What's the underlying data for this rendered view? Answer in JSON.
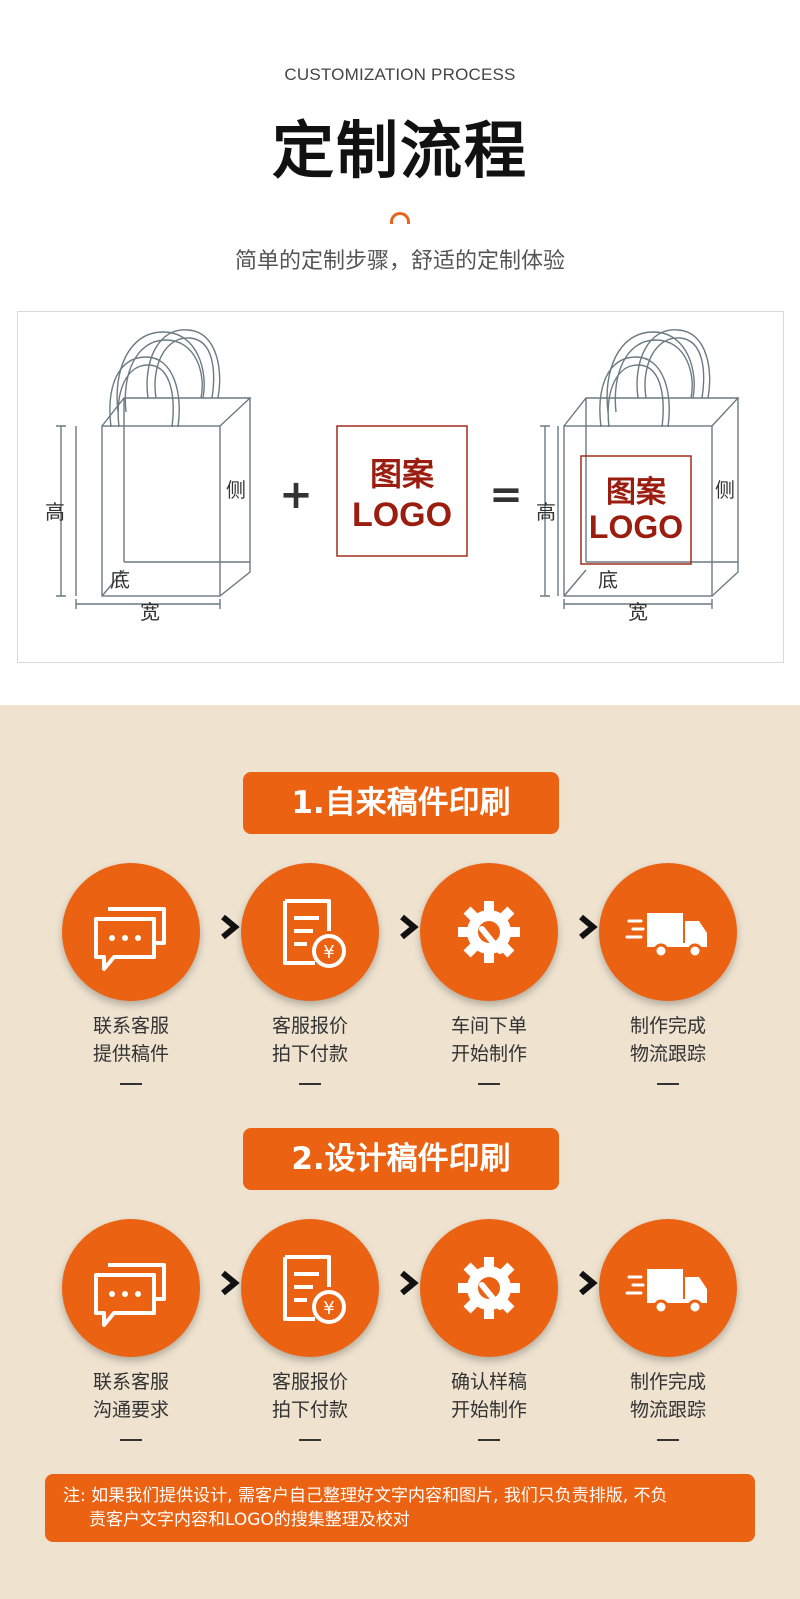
{
  "header": {
    "subtitle_en": "CUSTOMIZATION PROCESS",
    "title_cn": "定制流程",
    "tagline": "简单的定制步骤，舒适的定制体验"
  },
  "diagram": {
    "label_height": "高",
    "label_side": "侧",
    "label_bottom": "底",
    "label_width": "宽",
    "plus": "+",
    "equals": "=",
    "logo_line1": "图案",
    "logo_line2": "LOGO",
    "colors": {
      "logo": "#9b1d0f",
      "bag_line": "#6b7a80"
    }
  },
  "section1": {
    "title": "1.自来稿件印刷",
    "steps": [
      {
        "icon": "chat-icon",
        "line1": "联系客服",
        "line2": "提供稿件",
        "dash": "—"
      },
      {
        "icon": "invoice-icon",
        "line1": "客服报价",
        "line2": "拍下付款",
        "dash": "—"
      },
      {
        "icon": "gear-wrench-icon",
        "line1": "车间下单",
        "line2": "开始制作",
        "dash": "—"
      },
      {
        "icon": "truck-icon",
        "line1": "制作完成",
        "line2": "物流跟踪",
        "dash": "—"
      }
    ]
  },
  "section2": {
    "title": "2.设计稿件印刷",
    "steps": [
      {
        "icon": "chat-icon",
        "line1": "联系客服",
        "line2": "沟通要求",
        "dash": "—"
      },
      {
        "icon": "invoice-icon",
        "line1": "客服报价",
        "line2": "拍下付款",
        "dash": "—"
      },
      {
        "icon": "gear-wrench-icon",
        "line1": "确认样稿",
        "line2": "开始制作",
        "dash": "—"
      },
      {
        "icon": "truck-icon",
        "line1": "制作完成",
        "line2": "物流跟踪",
        "dash": "—"
      }
    ]
  },
  "note": {
    "line1": "注: 如果我们提供设计, 需客户自己整理好文字内容和图片, 我们只负责排版, 不负",
    "line2": "责客户文字内容和LOGO的搜集整理及校对"
  },
  "colors": {
    "accent": "#ea6212",
    "beige": "#efe3d0"
  }
}
